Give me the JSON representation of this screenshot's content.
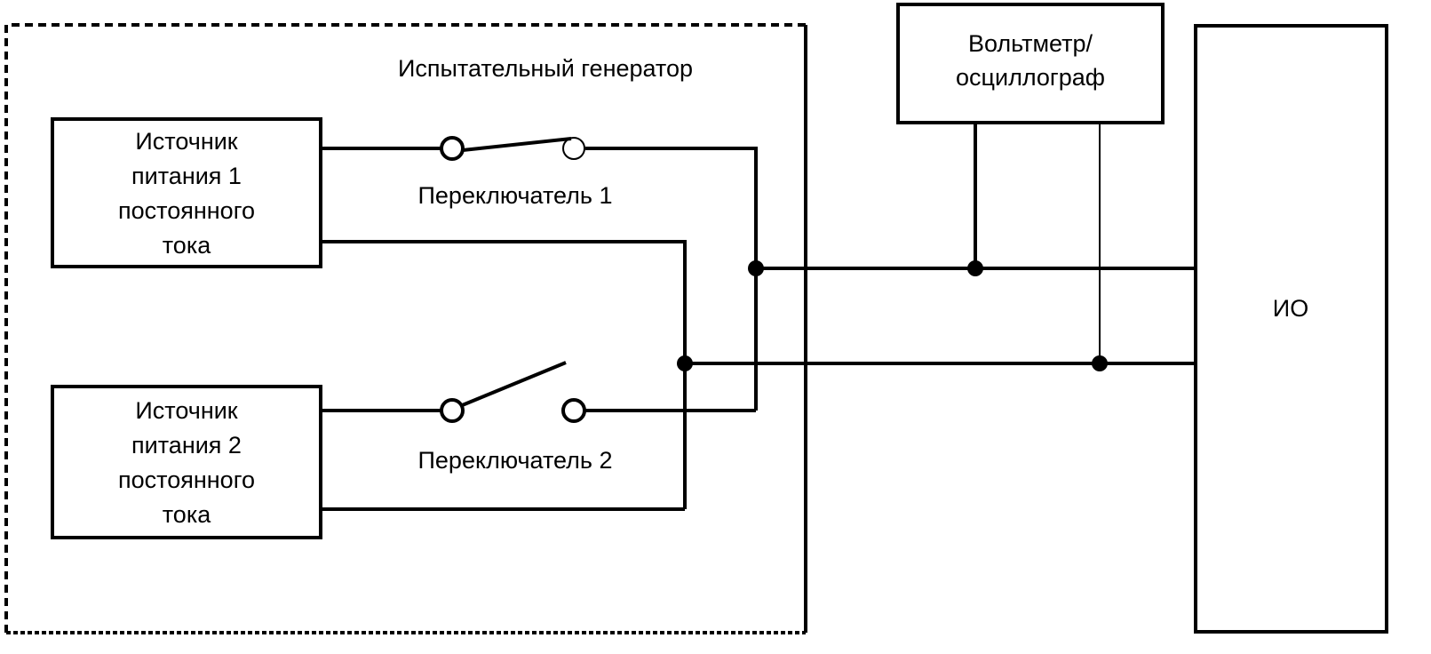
{
  "diagram": {
    "type": "circuit-block-diagram",
    "colors": {
      "stroke": "#000000",
      "background": "#ffffff"
    },
    "generator": {
      "label": "Испытательный генератор"
    },
    "sources": [
      {
        "lines": [
          "Источник",
          "питания 1",
          "постоянного",
          "тока"
        ]
      },
      {
        "lines": [
          "Источник",
          "питания 2",
          "постоянного",
          "тока"
        ]
      }
    ],
    "switches": [
      {
        "label": "Переключатель 1",
        "state": "closed"
      },
      {
        "label": "Переключатель 2",
        "state": "open"
      }
    ],
    "meter": {
      "lines": [
        "Вольтметр/",
        "осциллограф"
      ]
    },
    "eut": {
      "label": "ИО"
    }
  }
}
